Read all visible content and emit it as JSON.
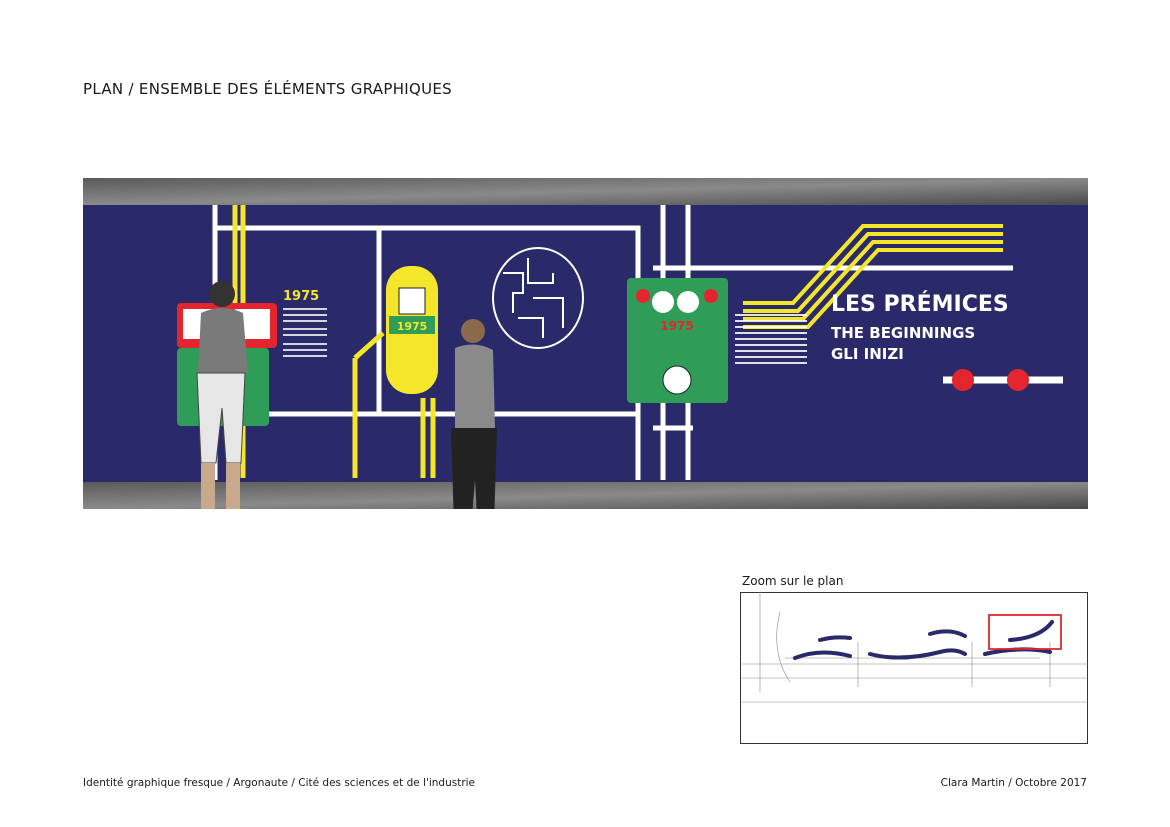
{
  "page": {
    "title": "PLAN / ENSEMBLE DES ÉLÉMENTS GRAPHIQUES",
    "footer_left": "Identité graphique fresque / Argonaute / Cité des sciences et de l'industrie",
    "footer_right": "Clara Martin / Octobre 2017"
  },
  "fresque": {
    "heading_fr": "LES PRÉMICES",
    "heading_en": "THE BEGINNINGS",
    "heading_it": "GLI INIZI",
    "year_1": "1975",
    "year_2": "1975",
    "year_3": "1975",
    "colors": {
      "wall": "#2a2a6b",
      "yellow": "#f4e62a",
      "green": "#2f9d58",
      "red": "#e3262d",
      "white": "#ffffff"
    }
  },
  "zoom": {
    "label": "Zoom sur le plan"
  }
}
